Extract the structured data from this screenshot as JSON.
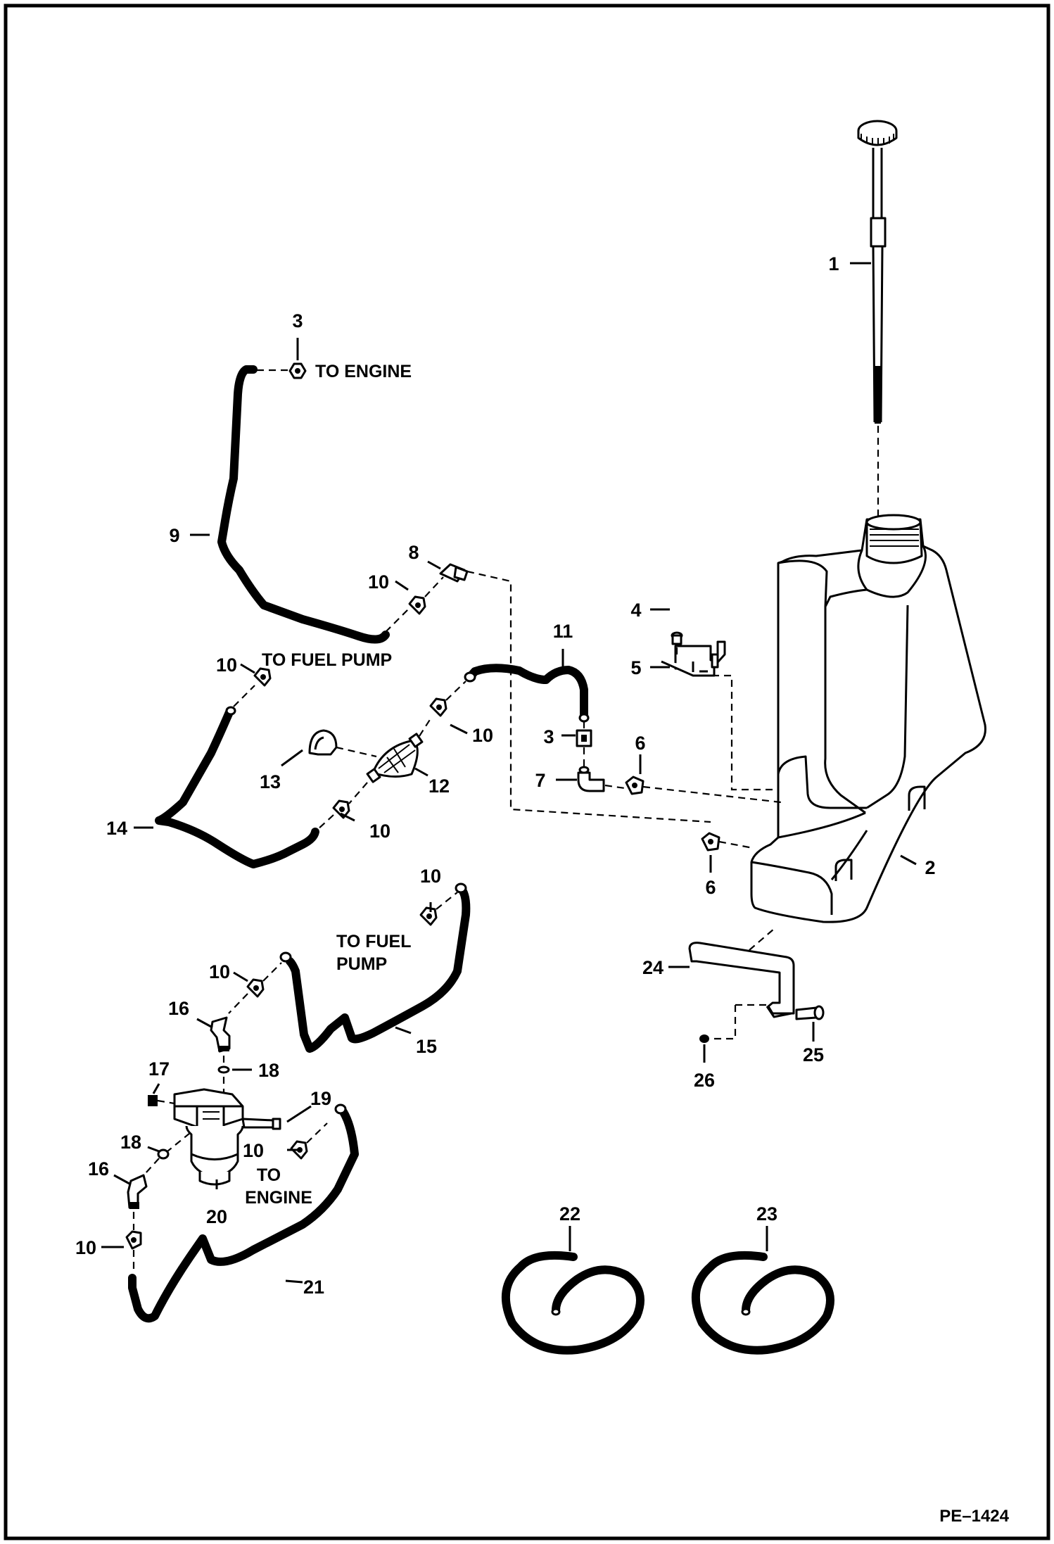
{
  "figure_id": "PE–1424",
  "parts": [
    {
      "ref": "part-1",
      "number": "1"
    },
    {
      "ref": "part-2",
      "number": "2"
    },
    {
      "ref": "part-3a",
      "number": "3"
    },
    {
      "ref": "part-3b",
      "number": "3"
    },
    {
      "ref": "part-4",
      "number": "4"
    },
    {
      "ref": "part-5",
      "number": "5"
    },
    {
      "ref": "part-6a",
      "number": "6"
    },
    {
      "ref": "part-6b",
      "number": "6"
    },
    {
      "ref": "part-7",
      "number": "7"
    },
    {
      "ref": "part-8",
      "number": "8"
    },
    {
      "ref": "part-9",
      "number": "9"
    },
    {
      "ref": "part-10a",
      "number": "10"
    },
    {
      "ref": "part-10b",
      "number": "10"
    },
    {
      "ref": "part-10c",
      "number": "10"
    },
    {
      "ref": "part-10d",
      "number": "10"
    },
    {
      "ref": "part-10e",
      "number": "10"
    },
    {
      "ref": "part-10f",
      "number": "10"
    },
    {
      "ref": "part-10g",
      "number": "10"
    },
    {
      "ref": "part-10h",
      "number": "10"
    },
    {
      "ref": "part-11",
      "number": "11"
    },
    {
      "ref": "part-12",
      "number": "12"
    },
    {
      "ref": "part-13",
      "number": "13"
    },
    {
      "ref": "part-14",
      "number": "14"
    },
    {
      "ref": "part-15",
      "number": "15"
    },
    {
      "ref": "part-16a",
      "number": "16"
    },
    {
      "ref": "part-16b",
      "number": "16"
    },
    {
      "ref": "part-17",
      "number": "17"
    },
    {
      "ref": "part-18a",
      "number": "18"
    },
    {
      "ref": "part-18b",
      "number": "18"
    },
    {
      "ref": "part-19",
      "number": "19"
    },
    {
      "ref": "part-20",
      "number": "20"
    },
    {
      "ref": "part-21",
      "number": "21"
    },
    {
      "ref": "part-22",
      "number": "22"
    },
    {
      "ref": "part-23",
      "number": "23"
    },
    {
      "ref": "part-24",
      "number": "24"
    },
    {
      "ref": "part-25",
      "number": "25"
    },
    {
      "ref": "part-26",
      "number": "26"
    }
  ],
  "notes": {
    "to_engine_top": "TO ENGINE",
    "to_fuel_pump_top": "TO FUEL PUMP",
    "to_fuel_pump_mid_1": "TO FUEL",
    "to_fuel_pump_mid_2": "PUMP",
    "to_engine_low_1": "TO",
    "to_engine_low_2": "ENGINE"
  }
}
